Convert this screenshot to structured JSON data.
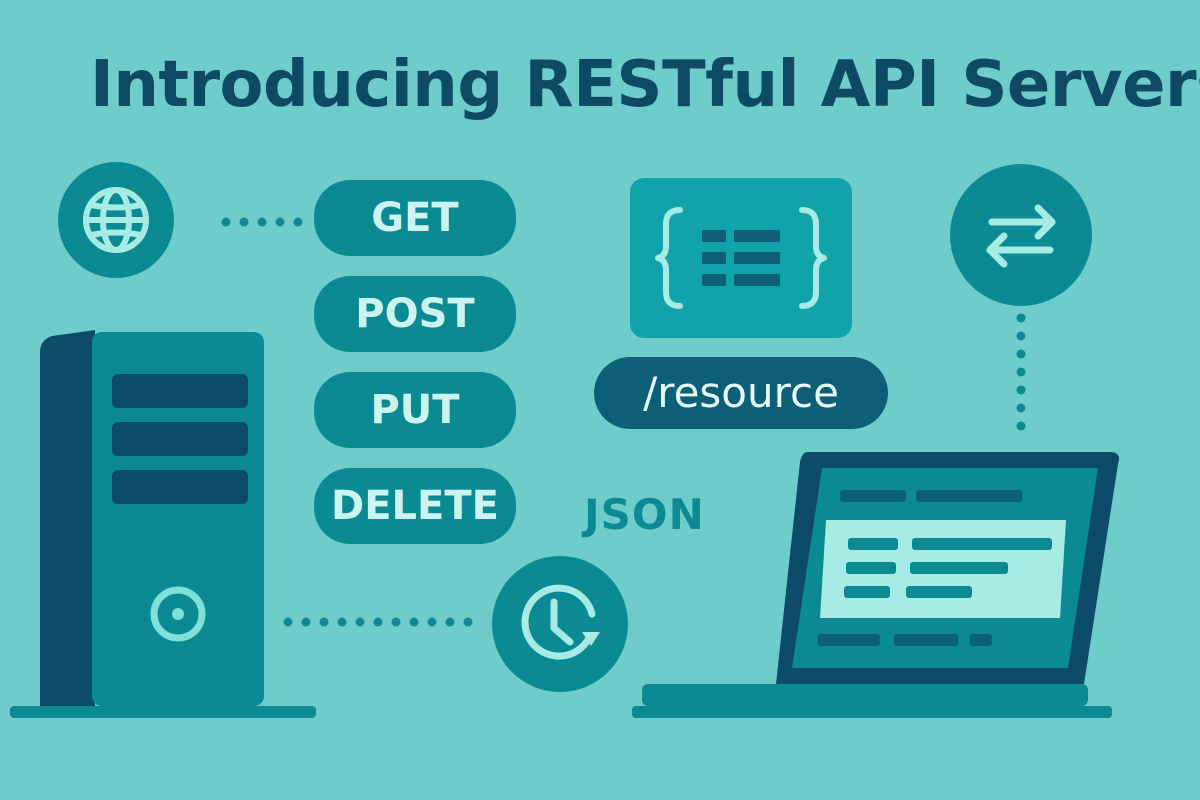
{
  "title": "Introducing RESTful API Servers",
  "methods": [
    "GET",
    "POST",
    "PUT",
    "DELETE"
  ],
  "resource_path": "/resource",
  "format_label": "JSON",
  "icons": {
    "globe": "globe-icon",
    "exchange": "exchange-arrows-icon",
    "clock": "clock-refresh-icon",
    "json_doc": "json-braces-icon",
    "server": "server-tower",
    "laptop": "laptop-client"
  },
  "colors": {
    "background": "#6ecdcb",
    "title": "#0f4a64",
    "teal": "#0b8a93",
    "dark_navy": "#0d5f78",
    "light_mint": "#a6ebe4"
  }
}
